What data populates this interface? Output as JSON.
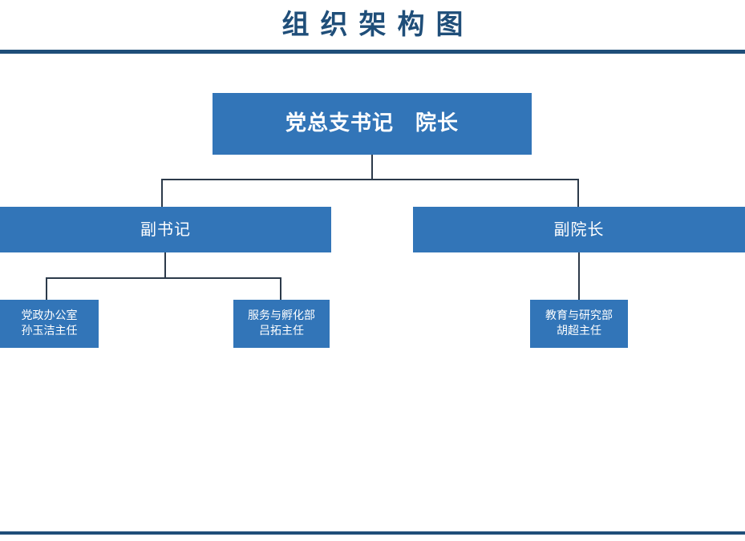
{
  "header": {
    "title": "组织架构图",
    "rule_color": "#1f4e79"
  },
  "theme": {
    "node_fill": "#3275b8",
    "node_text": "#ffffff",
    "connector": "#2c3a4a",
    "title_color": "#1f4e79",
    "background": "#ffffff"
  },
  "chart_data": {
    "type": "org-chart",
    "title": "组织架构图",
    "levels": 3,
    "nodes": [
      {
        "id": "root",
        "level": 1,
        "label": "党总支书记　院长",
        "children": [
          "l2-left",
          "l2-right"
        ]
      },
      {
        "id": "l2-left",
        "level": 2,
        "label": "副书记",
        "parent": "root",
        "children": [
          "l3-a",
          "l3-b"
        ]
      },
      {
        "id": "l2-right",
        "level": 2,
        "label": "副院长",
        "parent": "root",
        "children": [
          "l3-c"
        ]
      },
      {
        "id": "l3-a",
        "level": 3,
        "department": "党政办公室",
        "person": "孙玉洁主任",
        "parent": "l2-left"
      },
      {
        "id": "l3-b",
        "level": 3,
        "department": "服务与孵化部",
        "person": "吕拓主任",
        "parent": "l2-left"
      },
      {
        "id": "l3-c",
        "level": 3,
        "department": "教育与研究部",
        "person": "胡超主任",
        "parent": "l2-right"
      }
    ]
  }
}
